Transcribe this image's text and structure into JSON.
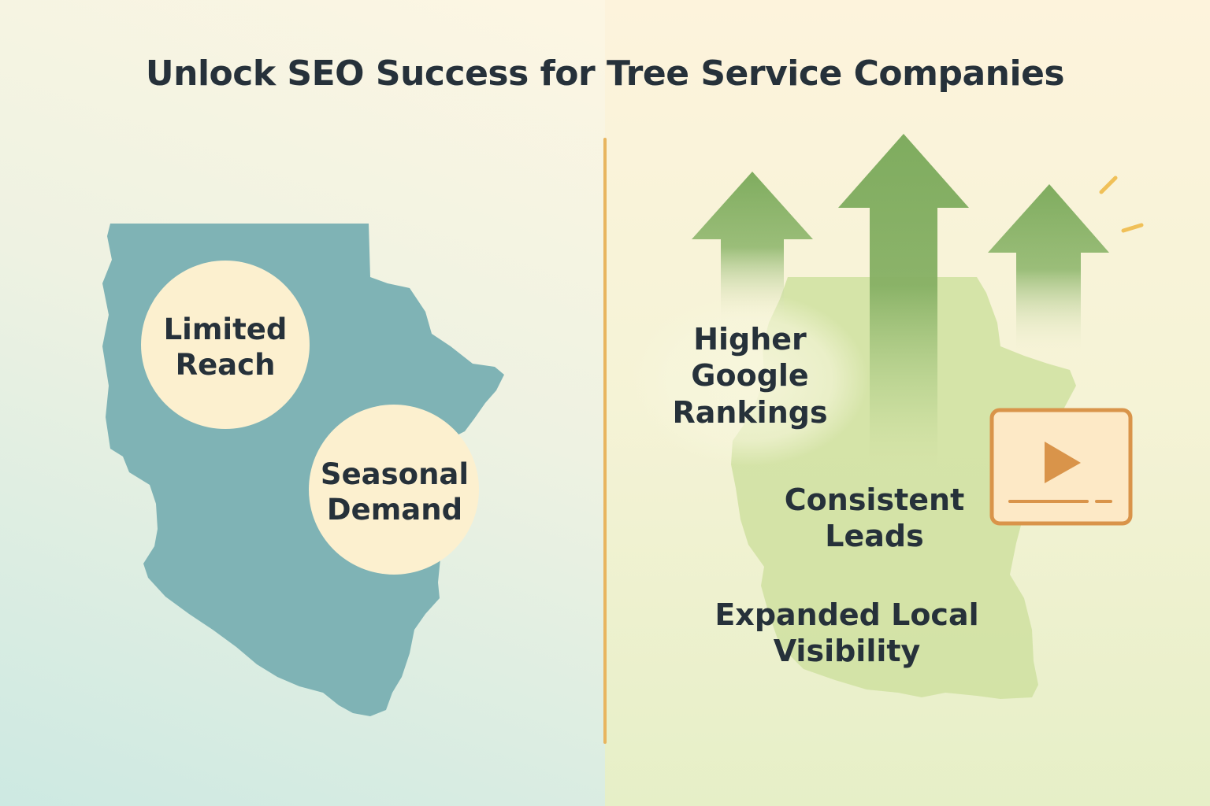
{
  "title": "Unlock SEO Success for Tree Service Companies",
  "left": {
    "challenges": [
      {
        "line1": "Limited",
        "line2": "Reach"
      },
      {
        "line1": "Seasonal",
        "line2": "Demand"
      }
    ]
  },
  "right": {
    "benefits": [
      {
        "line1": "Higher",
        "line2": "Google",
        "line3": "Rankings"
      },
      {
        "line1": "Consistent",
        "line2": "Leads"
      },
      {
        "line1": "Expanded Local",
        "line2": "Visibility"
      }
    ]
  },
  "icons": [
    "state-map-icon",
    "up-arrow-icon",
    "video-play-icon",
    "sparkle-icon"
  ],
  "colors": {
    "map_left": "#7fb3b5",
    "circle": "#fcf0cf",
    "map_right": "#cfe0a0",
    "arrow": "#7fac5f",
    "accent": "#d9944a",
    "divider": "#e8b55f",
    "text": "#26313a"
  }
}
